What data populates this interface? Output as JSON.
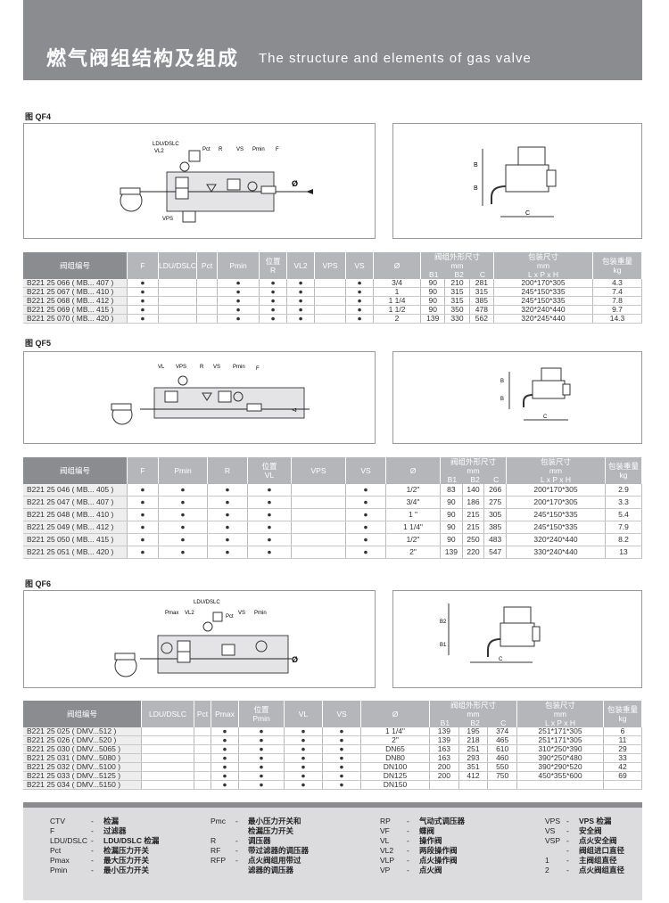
{
  "header": {
    "title_cn": "燃气阀组结构及组成",
    "title_en": "The structure and elements of gas valve"
  },
  "sections": [
    {
      "label": "图 QF4",
      "schematic": [
        "LDU/DSLC",
        "VL2",
        "Pct",
        "R",
        "VS",
        "Pmin",
        "F",
        "VPS",
        "Ø"
      ],
      "dims": [
        "B",
        "B",
        "C"
      ],
      "table": {
        "h_code": "阀组编号",
        "h_F": "F",
        "h_ldu": "LDU/DSLC",
        "h_pct": "Pct",
        "h_pmin": "Pmin",
        "h_pos": "位置",
        "h_R": "R",
        "h_VL2": "VL2",
        "h_VPS": "VPS",
        "h_VS": "VS",
        "h_phi": "Ø",
        "h_dim": "阀组外形尺寸",
        "h_mm": "mm",
        "h_B1": "B1",
        "h_B2": "B2",
        "h_C": "C",
        "h_pack": "包装尺寸",
        "h_packmm": "mm",
        "h_lxp": "L x P x H",
        "h_wt": "包装重量",
        "h_kg": "kg",
        "rows": [
          {
            "code": "B221 25 066 ( MB... 407 )",
            "F": "●",
            "ldu": "",
            "pct": "",
            "pmin": "●",
            "R": "●",
            "VL2": "●",
            "VPS": "",
            "VS": "●",
            "phi": "3/4",
            "B1": "90",
            "B2": "210",
            "C": "281",
            "pack": "200*170*305",
            "wt": "4.3"
          },
          {
            "code": "B221 25 067 ( MB... 410 )",
            "F": "●",
            "ldu": "",
            "pct": "",
            "pmin": "●",
            "R": "●",
            "VL2": "●",
            "VPS": "",
            "VS": "●",
            "phi": "1",
            "B1": "90",
            "B2": "315",
            "C": "315",
            "pack": "245*150*335",
            "wt": "7.4"
          },
          {
            "code": "B221 25 068 ( MB... 412 )",
            "F": "●",
            "ldu": "",
            "pct": "",
            "pmin": "●",
            "R": "●",
            "VL2": "●",
            "VPS": "",
            "VS": "●",
            "phi": "1 1/4",
            "B1": "90",
            "B2": "315",
            "C": "385",
            "pack": "245*150*335",
            "wt": "7.8"
          },
          {
            "code": "B221 25 069 ( MB... 415 )",
            "F": "●",
            "ldu": "",
            "pct": "",
            "pmin": "●",
            "R": "●",
            "VL2": "●",
            "VPS": "",
            "VS": "●",
            "phi": "1 1/2",
            "B1": "90",
            "B2": "350",
            "C": "478",
            "pack": "320*240*440",
            "wt": "9.7"
          },
          {
            "code": "B221 25 070 ( MB... 420 )",
            "F": "●",
            "ldu": "",
            "pct": "",
            "pmin": "●",
            "R": "●",
            "VL2": "●",
            "VPS": "",
            "VS": "●",
            "phi": "2",
            "B1": "139",
            "B2": "330",
            "C": "562",
            "pack": "320*245*440",
            "wt": "14.3"
          }
        ]
      }
    },
    {
      "label": "图 QF5",
      "schematic": [
        "VL",
        "VPS",
        "R",
        "VS",
        "Pmin",
        "F",
        "⊲"
      ],
      "dims": [
        "B",
        "B",
        "C"
      ],
      "table": {
        "h_code": "阀组编号",
        "h_F": "F",
        "h_pmin": "Pmin",
        "h_R": "R",
        "h_pos": "位置",
        "h_VL": "VL",
        "h_VPS": "VPS",
        "h_VS": "VS",
        "h_phi": "Ø",
        "h_dim": "阀组外形尺寸",
        "h_mm": "mm",
        "h_B1": "B1",
        "h_B2": "B2",
        "h_C": "C",
        "h_pack": "包装尺寸",
        "h_packmm": "mm",
        "h_lxp": "L x P x H",
        "h_wt": "包装重量",
        "h_kg": "kg",
        "rows": [
          {
            "code": "B221 25 046 ( MB... 405 )",
            "F": "●",
            "pmin": "●",
            "R": "●",
            "VL": "●",
            "VPS": "",
            "VS": "●",
            "phi": "1/2\"",
            "B1": "83",
            "B2": "140",
            "C": "266",
            "pack": "200*170*305",
            "wt": "2.9"
          },
          {
            "code": "B221 25 047 ( MB... 407 )",
            "F": "●",
            "pmin": "●",
            "R": "●",
            "VL": "●",
            "VPS": "",
            "VS": "●",
            "phi": "3/4\"",
            "B1": "90",
            "B2": "186",
            "C": "275",
            "pack": "200*170*305",
            "wt": "3.3"
          },
          {
            "code": "B221 25 048 ( MB... 410 )",
            "F": "●",
            "pmin": "●",
            "R": "●",
            "VL": "●",
            "VPS": "",
            "VS": "●",
            "phi": "1 \"",
            "B1": "90",
            "B2": "215",
            "C": "305",
            "pack": "245*150*335",
            "wt": "5.4"
          },
          {
            "code": "B221 25 049 ( MB... 412 )",
            "F": "●",
            "pmin": "●",
            "R": "●",
            "VL": "●",
            "VPS": "",
            "VS": "●",
            "phi": "1 1/4\"",
            "B1": "90",
            "B2": "215",
            "C": "385",
            "pack": "245*150*335",
            "wt": "7.9"
          },
          {
            "code": "B221 25 050 ( MB... 415 )",
            "F": "●",
            "pmin": "●",
            "R": "●",
            "VL": "●",
            "VPS": "",
            "VS": "●",
            "phi": "1/2\"",
            "B1": "90",
            "B2": "250",
            "C": "483",
            "pack": "320*240*440",
            "wt": "8.2"
          },
          {
            "code": "B221 25 051 ( MB... 420 )",
            "F": "●",
            "pmin": "●",
            "R": "●",
            "VL": "●",
            "VPS": "",
            "VS": "●",
            "phi": "2\"",
            "B1": "139",
            "B2": "220",
            "C": "547",
            "pack": "330*240*440",
            "wt": "13"
          }
        ]
      }
    },
    {
      "label": "图 QF6",
      "schematic": [
        "LDU/DSLC",
        "Pmax",
        "VL2",
        "Pct",
        "VS",
        "Pmin",
        "Ø"
      ],
      "dims": [
        "B2",
        "B1",
        "C"
      ],
      "table": {
        "h_code": "阀组编号",
        "h_ldu": "LDU/DSLC",
        "h_pct": "Pct",
        "h_pmax": "Pmax",
        "h_pos": "位置",
        "h_pmin": "Pmin",
        "h_VL": "VL",
        "h_VS": "VS",
        "h_phi": "Ø",
        "h_dim": "阀组外形尺寸",
        "h_mm": "mm",
        "h_B1": "B1",
        "h_B2": "B2",
        "h_C": "C",
        "h_pack": "包装尺寸",
        "h_packmm": "mm",
        "h_lxp": "L x P x H",
        "h_wt": "包装重量",
        "h_kg": "kg",
        "rows": [
          {
            "code": "B221 25 025 ( DMV...512 )",
            "ldu": "",
            "pct": "",
            "pmax": "●",
            "pmin": "●",
            "VL": "●",
            "VS": "●",
            "phi": "1 1/4\"",
            "B1": "139",
            "B2": "195",
            "C": "374",
            "pack": "251*171*305",
            "wt": "6"
          },
          {
            "code": "B221 25 026 ( DMV...520 )",
            "ldu": "",
            "pct": "",
            "pmax": "●",
            "pmin": "●",
            "VL": "●",
            "VS": "●",
            "phi": "2\"",
            "B1": "139",
            "B2": "218",
            "C": "465",
            "pack": "251*171*305",
            "wt": "11"
          },
          {
            "code": "B221 25 030 ( DMV...5065 )",
            "ldu": "",
            "pct": "",
            "pmax": "●",
            "pmin": "●",
            "VL": "●",
            "VS": "●",
            "phi": "DN65",
            "B1": "163",
            "B2": "251",
            "C": "610",
            "pack": "310*250*390",
            "wt": "29"
          },
          {
            "code": "B221 25 031 ( DMV...5080 )",
            "ldu": "",
            "pct": "",
            "pmax": "●",
            "pmin": "●",
            "VL": "●",
            "VS": "●",
            "phi": "DN80",
            "B1": "163",
            "B2": "293",
            "C": "460",
            "pack": "390*250*480",
            "wt": "33"
          },
          {
            "code": "B221 25 032 ( DMV...5100 )",
            "ldu": "",
            "pct": "",
            "pmax": "●",
            "pmin": "●",
            "VL": "●",
            "VS": "●",
            "phi": "DN100",
            "B1": "200",
            "B2": "351",
            "C": "550",
            "pack": "390*290*520",
            "wt": "42"
          },
          {
            "code": "B221 25 033 ( DMV...5125 )",
            "ldu": "",
            "pct": "",
            "pmax": "●",
            "pmin": "●",
            "VL": "●",
            "VS": "●",
            "phi": "DN125",
            "B1": "200",
            "B2": "412",
            "C": "750",
            "pack": "450*355*600",
            "wt": "69"
          },
          {
            "code": "B221 25 034 ( DMV...5150 )",
            "ldu": "",
            "pct": "",
            "pmax": "●",
            "pmin": "●",
            "VL": "●",
            "VS": "●",
            "phi": "DN150",
            "B1": "",
            "B2": "",
            "C": "",
            "pack": "",
            "wt": ""
          }
        ]
      }
    }
  ],
  "legend": {
    "dash": "-",
    "col1": [
      {
        "k": "CTV",
        "v": "检漏"
      },
      {
        "k": "F",
        "v": "过滤器"
      },
      {
        "k": "LDU/DSLC",
        "v": "LDU/DSLC 检漏"
      },
      {
        "k": "Pct",
        "v": "检漏压力开关"
      },
      {
        "k": "Pmax",
        "v": "最大压力开关"
      },
      {
        "k": "Pmin",
        "v": "最小压力开关"
      }
    ],
    "col2": [
      {
        "k": "Pmc",
        "v": "最小压力开关和"
      },
      {
        "k": "",
        "v": "检漏压力开关"
      },
      {
        "k": "R",
        "v": "调压器"
      },
      {
        "k": "RF",
        "v": "带过滤器的调压器"
      },
      {
        "k": "RFP",
        "v": "点火阀组用带过"
      },
      {
        "k": "",
        "v": "滤器的调压器"
      }
    ],
    "col3": [
      {
        "k": "RP",
        "v": "气动式调压器"
      },
      {
        "k": "VF",
        "v": "蝶阀"
      },
      {
        "k": "VL",
        "v": "操作阀"
      },
      {
        "k": "VL2",
        "v": "两段操作阀"
      },
      {
        "k": "VLP",
        "v": "点火操作阀"
      },
      {
        "k": "VP",
        "v": "点火阀"
      }
    ],
    "col4": [
      {
        "k": "VPS",
        "v": "VPS 检漏"
      },
      {
        "k": "VS",
        "v": "安全阀"
      },
      {
        "k": "VSP",
        "v": "点火安全阀"
      },
      {
        "k": "",
        "v": "阀组进口直径"
      },
      {
        "k": "1",
        "v": "主阀组直径"
      },
      {
        "k": "2",
        "v": "点火阀组直径"
      }
    ]
  }
}
